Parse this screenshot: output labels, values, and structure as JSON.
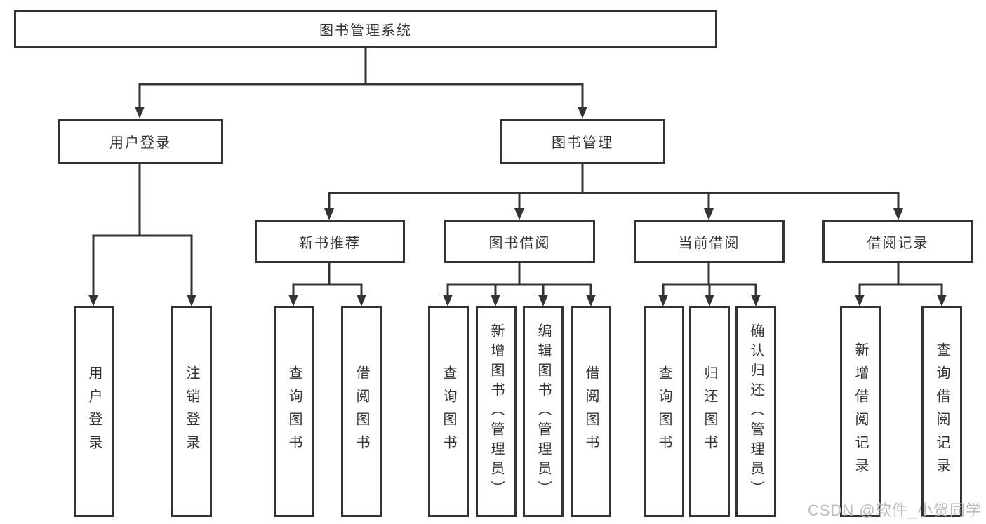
{
  "diagram": {
    "root": {
      "label": "图书管理系统"
    },
    "branches": [
      {
        "label": "用户登录",
        "children": [
          {
            "label": "用户登录"
          },
          {
            "label": "注销登录"
          }
        ]
      },
      {
        "label": "图书管理",
        "children": [
          {
            "label": "新书推荐",
            "children": [
              {
                "label": "查询图书"
              },
              {
                "label": "借阅图书"
              }
            ]
          },
          {
            "label": "图书借阅",
            "children": [
              {
                "label": "查询图书"
              },
              {
                "label": "新增图书（管理员）"
              },
              {
                "label": "编辑图书（管理员）"
              },
              {
                "label": "借阅图书"
              }
            ]
          },
          {
            "label": "当前借阅",
            "children": [
              {
                "label": "查询图书"
              },
              {
                "label": "归还图书"
              },
              {
                "label": "确认归还（管理员）"
              }
            ]
          },
          {
            "label": "借阅记录",
            "children": [
              {
                "label": "新增借阅记录"
              },
              {
                "label": "查询借阅记录"
              }
            ]
          }
        ]
      }
    ],
    "colors": {
      "line": "#333333",
      "text": "#333333",
      "background": "#ffffff",
      "watermark": "#bbbbbb"
    },
    "watermark": "CSDN @软件_小贺同学"
  }
}
